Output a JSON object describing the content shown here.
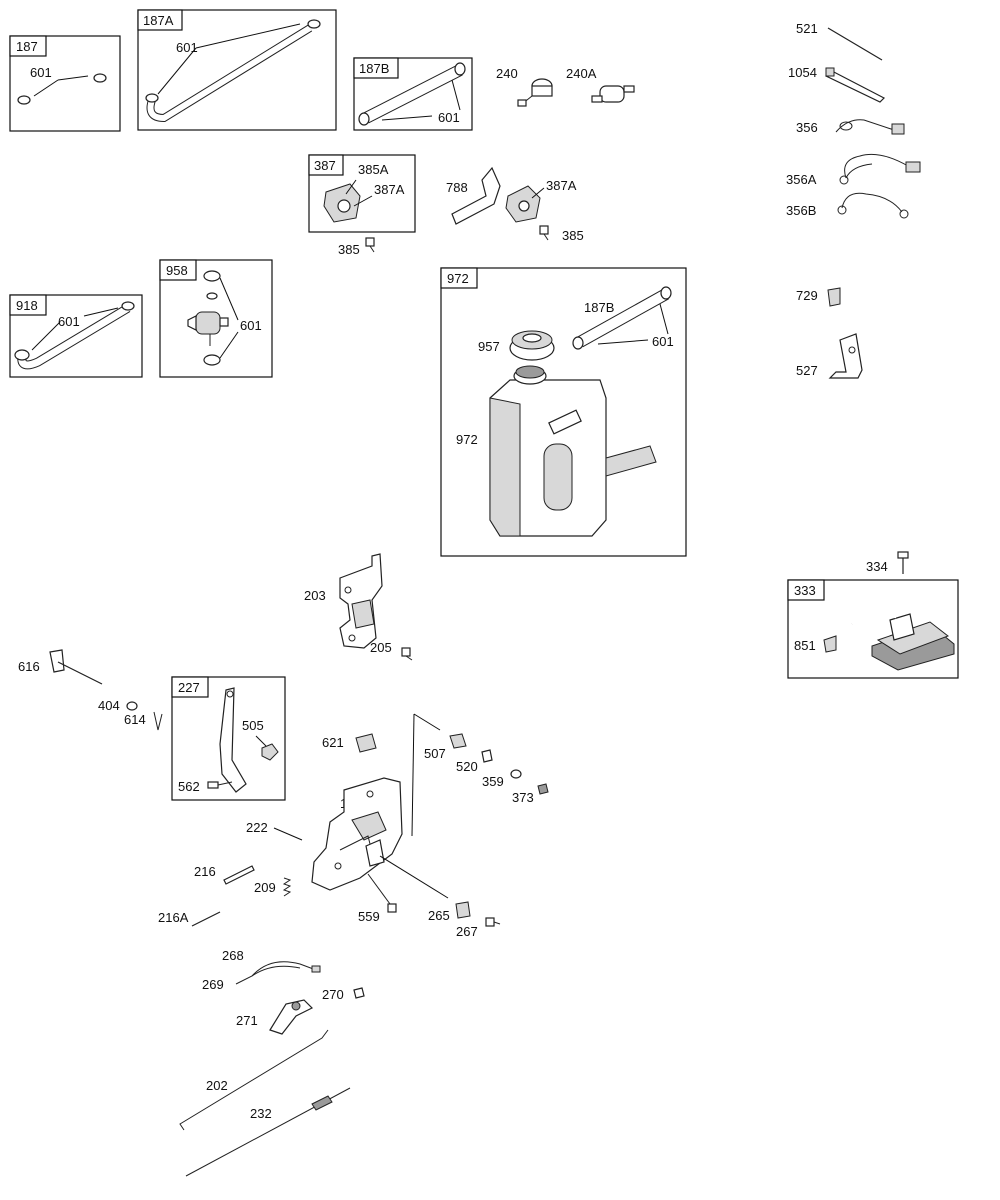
{
  "boxes": {
    "b187": "187",
    "b187a": "187A",
    "b187b": "187B",
    "b387": "387",
    "b918": "918",
    "b958": "958",
    "b972": "972",
    "b227": "227",
    "b333": "333"
  },
  "labels": {
    "l601_187": "601",
    "l601_187a": "601",
    "l601_187b": "601",
    "l240": "240",
    "l240a": "240A",
    "l385a": "385A",
    "l387a_box": "387A",
    "l385_box": "385",
    "l788": "788",
    "l387a": "387A",
    "l385": "385",
    "l601_918": "601",
    "l601_958": "601",
    "l187b_972": "187B",
    "l957": "957",
    "l601_972": "601",
    "l972": "972",
    "l521": "521",
    "l1054": "1054",
    "l356": "356",
    "l356a": "356A",
    "l356b": "356B",
    "l729": "729",
    "l527": "527",
    "l334": "334",
    "l851": "851",
    "l203": "203",
    "l205": "205",
    "l616": "616",
    "l404": "404",
    "l614": "614",
    "l505": "505",
    "l562": "562",
    "l621": "621",
    "l507": "507",
    "l520": "520",
    "l359": "359",
    "l373": "373",
    "l188": "188",
    "l222": "222",
    "l216": "216",
    "l209": "209",
    "l216a": "216A",
    "l559": "559",
    "l265": "265",
    "l267": "267",
    "l268": "268",
    "l269": "269",
    "l270": "270",
    "l271": "271",
    "l202": "202",
    "l232": "232"
  },
  "colors": {
    "line": "#111111",
    "fill_light": "#d8d8d8",
    "fill_dark": "#9a9a9a",
    "background": "#ffffff"
  }
}
